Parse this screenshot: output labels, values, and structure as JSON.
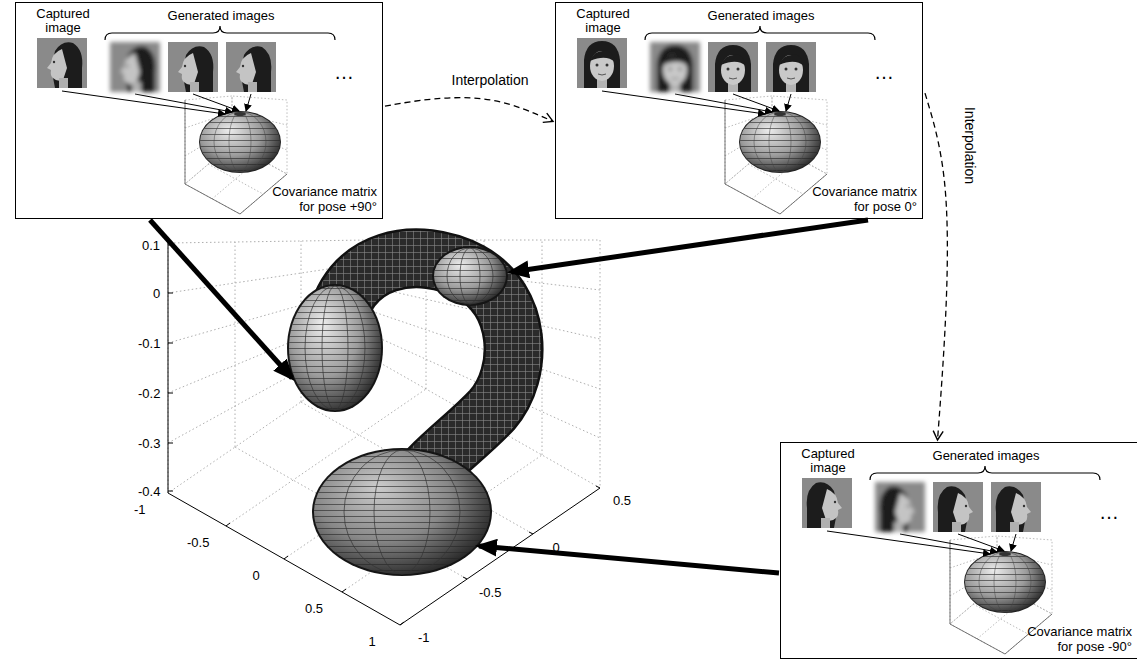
{
  "diagram": {
    "nodes": [
      {
        "text": [
          "Captured image",
          "Generated images",
          "…",
          "Covariance matrix for pose +90°"
        ]
      },
      {
        "text": [
          "Captured image",
          "Generated images",
          "…",
          "Covariance matrix for pose 0°"
        ]
      },
      {
        "text": [
          "Captured image",
          "Generated images",
          "…",
          "Covariance matrix for pose -90°"
        ]
      }
    ],
    "edges": [
      {
        "from": 0,
        "to": 1,
        "arrow": "to",
        "label": "Interpolation"
      },
      {
        "from": 1,
        "to": 2,
        "arrow": "to",
        "label": "Interpolation"
      }
    ],
    "labels": [
      "0.1",
      "0",
      "-0.1",
      "-0.2",
      "-0.3",
      "-0.4",
      "-1",
      "-0.5",
      "0",
      "0.5",
      "1",
      "-1",
      "-0.5",
      "0",
      "0.5"
    ]
  }
}
